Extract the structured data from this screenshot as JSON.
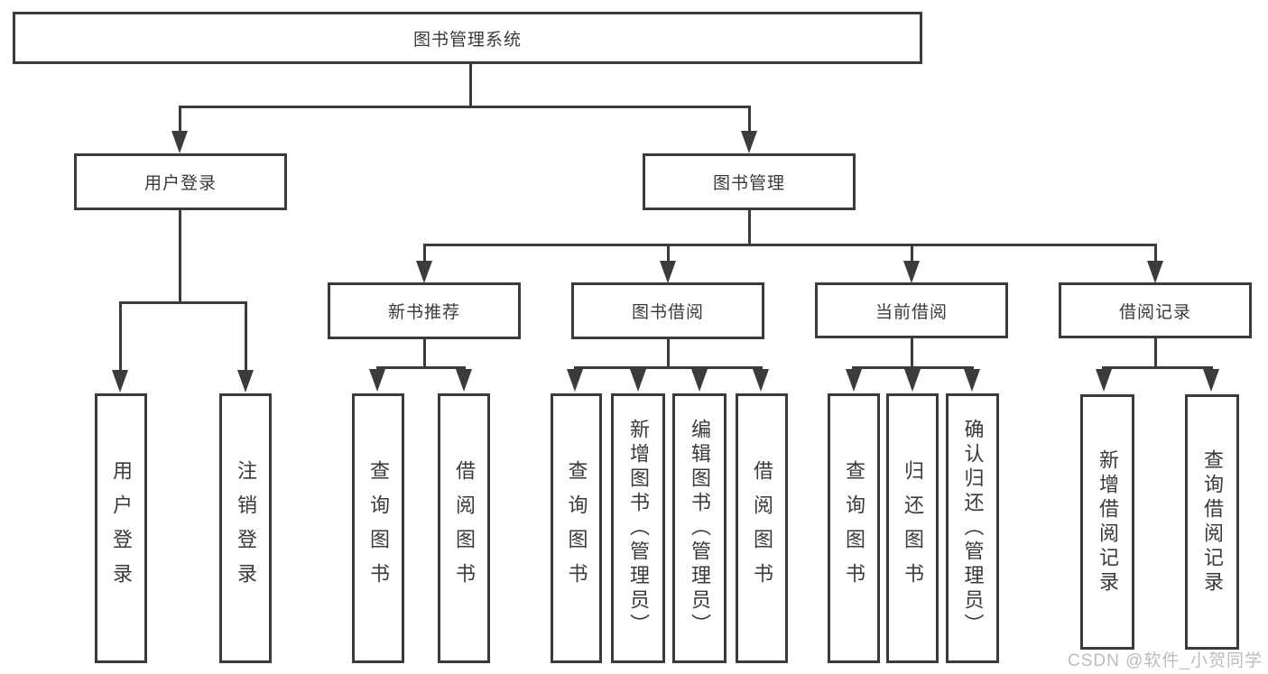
{
  "tree": {
    "label": "图书管理系统",
    "children": [
      {
        "label": "用户登录",
        "children": [
          {
            "label": "用户登录"
          },
          {
            "label": "注销登录"
          }
        ]
      },
      {
        "label": "图书管理",
        "children": [
          {
            "label": "新书推荐",
            "children": [
              {
                "label": "查询图书"
              },
              {
                "label": "借阅图书"
              }
            ]
          },
          {
            "label": "图书借阅",
            "children": [
              {
                "label": "查询图书"
              },
              {
                "label": "新增图书（管理员）"
              },
              {
                "label": "编辑图书（管理员）"
              },
              {
                "label": "借阅图书"
              }
            ]
          },
          {
            "label": "当前借阅",
            "children": [
              {
                "label": "查询图书"
              },
              {
                "label": "归还图书"
              },
              {
                "label": "确认归还（管理员）"
              }
            ]
          },
          {
            "label": "借阅记录",
            "children": [
              {
                "label": "新增借阅记录"
              },
              {
                "label": "查询借阅记录"
              }
            ]
          }
        ]
      }
    ]
  },
  "watermark": {
    "text": "CSDN @软件_小贺同学"
  },
  "colors": {
    "line": "#3b3b3b",
    "text": "#3a3a3a",
    "box_fill": "#ffffff",
    "background": "#ffffff",
    "watermark": "#b9bcc0"
  }
}
